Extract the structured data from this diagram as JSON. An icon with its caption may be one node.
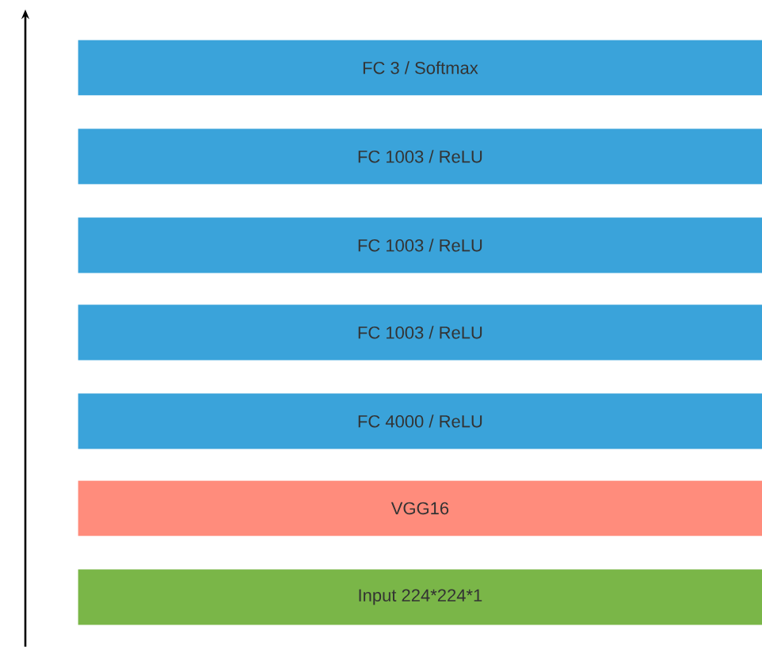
{
  "diagram": {
    "nodes": [
      {
        "text": [
          "FC 3 / Softmax"
        ]
      },
      {
        "text": [
          "FC 1003 / ReLU"
        ]
      },
      {
        "text": [
          "FC 1003 / ReLU"
        ]
      },
      {
        "text": [
          "FC 1003 / ReLU"
        ]
      },
      {
        "text": [
          "FC 4000 / ReLU"
        ]
      },
      {
        "text": [
          "VGG16"
        ]
      },
      {
        "text": [
          "Input 224*224*1"
        ]
      }
    ]
  }
}
